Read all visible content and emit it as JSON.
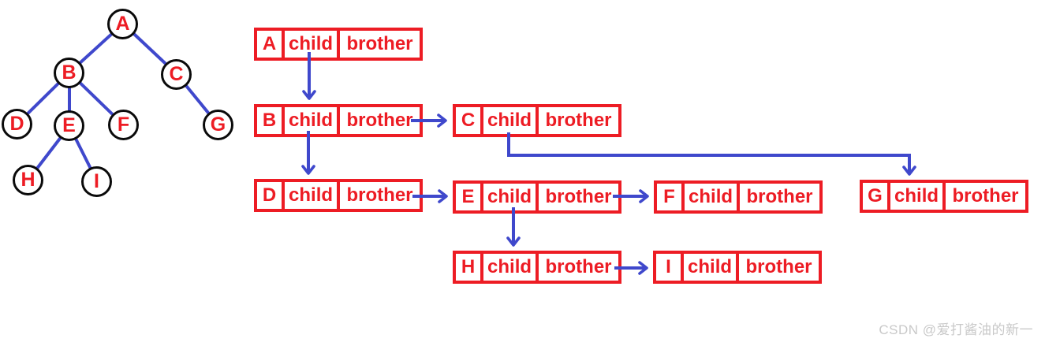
{
  "colors": {
    "record_red": "#ED1C24",
    "pointer_blue": "#3F48CC",
    "circle_black": "#0A0A0A",
    "watermark_gray": "#C9C9C9",
    "background": "#FFFFFF"
  },
  "tree": {
    "nodes": [
      {
        "label": "A"
      },
      {
        "label": "B"
      },
      {
        "label": "C"
      },
      {
        "label": "D"
      },
      {
        "label": "E"
      },
      {
        "label": "F"
      },
      {
        "label": "G"
      },
      {
        "label": "H"
      },
      {
        "label": "I"
      }
    ],
    "edges": [
      [
        "A",
        "B"
      ],
      [
        "A",
        "C"
      ],
      [
        "B",
        "D"
      ],
      [
        "B",
        "E"
      ],
      [
        "B",
        "F"
      ],
      [
        "C",
        "G"
      ],
      [
        "E",
        "H"
      ],
      [
        "E",
        "I"
      ]
    ]
  },
  "boxes": [
    {
      "letter": "A",
      "child": "child",
      "brother": "brother"
    },
    {
      "letter": "B",
      "child": "child",
      "brother": "brother"
    },
    {
      "letter": "C",
      "child": "child",
      "brother": "brother"
    },
    {
      "letter": "D",
      "child": "child",
      "brother": "brother"
    },
    {
      "letter": "E",
      "child": "child",
      "brother": "brother"
    },
    {
      "letter": "F",
      "child": "child",
      "brother": "brother"
    },
    {
      "letter": "G",
      "child": "child",
      "brother": "brother"
    },
    {
      "letter": "H",
      "child": "child",
      "brother": "brother"
    },
    {
      "letter": "I",
      "child": "child",
      "brother": "brother"
    }
  ],
  "links": [
    {
      "from": "A",
      "via": "child",
      "to": "B"
    },
    {
      "from": "B",
      "via": "brother",
      "to": "C"
    },
    {
      "from": "B",
      "via": "child",
      "to": "D"
    },
    {
      "from": "D",
      "via": "brother",
      "to": "E"
    },
    {
      "from": "E",
      "via": "brother",
      "to": "F"
    },
    {
      "from": "C",
      "via": "child",
      "to": "G"
    },
    {
      "from": "E",
      "via": "child",
      "to": "H"
    },
    {
      "from": "H",
      "via": "brother",
      "to": "I"
    }
  ],
  "watermark": {
    "text": "CSDN @爱打酱油的新一"
  }
}
